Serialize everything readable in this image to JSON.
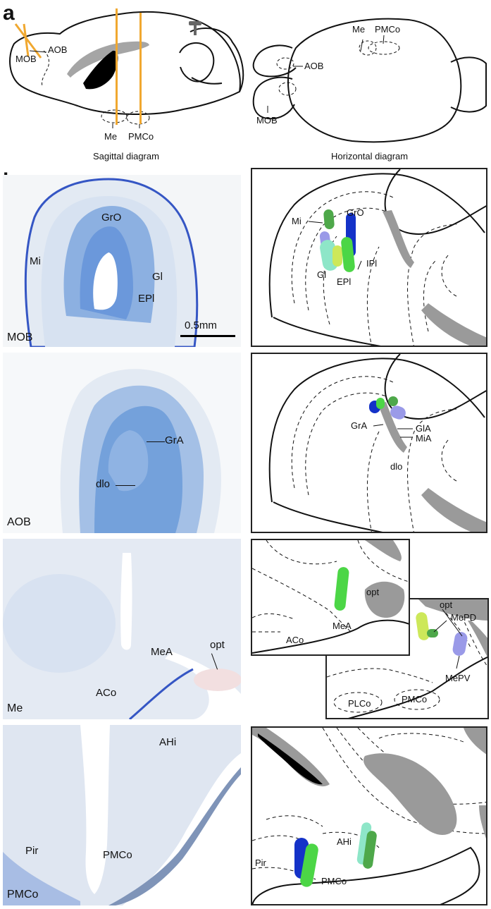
{
  "panel_a": {
    "letter": "a",
    "sagittal": {
      "caption": "Sagittal diagram",
      "labels": {
        "aob": "AOB",
        "mob": "MOB",
        "me": "Me",
        "pmco": "PMCo"
      }
    },
    "horizontal": {
      "caption": "Horizontal diagram",
      "labels": {
        "me": "Me",
        "pmco": "PMCo",
        "aob": "AOB",
        "mob": "MOB"
      }
    }
  },
  "panel_b": {
    "letter": "b",
    "mob": {
      "section_label": "MOB",
      "scale_bar": "0.5mm",
      "micro_labels": {
        "gro": "GrO",
        "mi": "Mi",
        "gl": "Gl",
        "epl": "EPl"
      },
      "schematic_labels": {
        "mi": "Mi",
        "gro": "GrO",
        "gl": "Gl",
        "epl": "EPl",
        "ipl": "IPl"
      }
    },
    "aob": {
      "section_label": "AOB",
      "micro_labels": {
        "gra": "GrA",
        "dlo": "dlo"
      },
      "schematic_labels": {
        "gra": "GrA",
        "gla": "GlA",
        "mia": "MiA",
        "dlo": "dlo"
      }
    },
    "me": {
      "section_label": "Me",
      "micro_labels": {
        "opt": "opt",
        "mea": "MeA",
        "aco": "ACo"
      },
      "schematic_labels": {
        "opt_left": "opt",
        "mea": "MeA",
        "aco": "ACo",
        "opt_right": "opt",
        "mepd": "MePD",
        "plco": "PLCo",
        "pmco": "PMCo",
        "mepv": "MePV"
      }
    },
    "pmco": {
      "section_label": "PMCo",
      "micro_labels": {
        "ahi": "AHi",
        "pir": "Pir",
        "pmco": "PMCo"
      },
      "schematic_labels": {
        "ahi": "AHi",
        "pir": "Pir",
        "pmco": "PMCo"
      }
    }
  },
  "colors": {
    "stain_blue": "#2f63c8",
    "tissue_bg": "#e9eef5",
    "electrode": "#f0a830",
    "lesion_dark_blue": "#1432c8",
    "lesion_green": "#4cd646",
    "lesion_dark_green": "#4ea84a",
    "lesion_lavender": "#9a9ae8",
    "lesion_yellow_green": "#cde85a",
    "lesion_mint": "#8ee6c8",
    "ventricle_gray": "#9a9a9a"
  }
}
